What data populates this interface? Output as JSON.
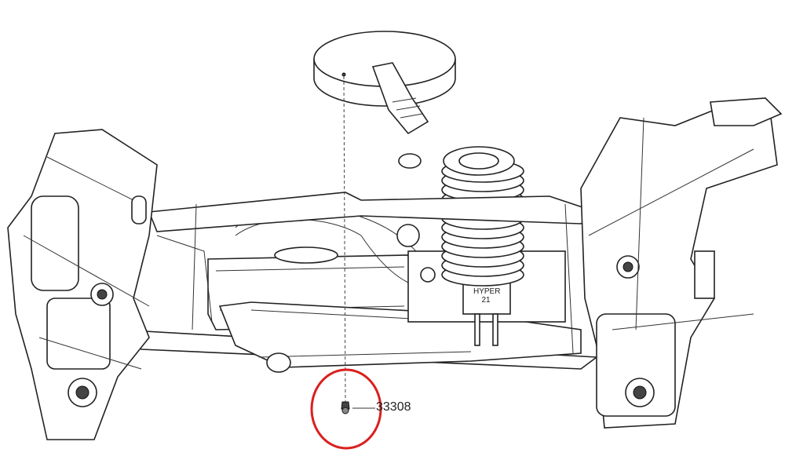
{
  "diagram": {
    "part_number": "33308",
    "engine_marking": [
      "HYPER",
      "21"
    ],
    "highlight_color": "#d9201f"
  }
}
